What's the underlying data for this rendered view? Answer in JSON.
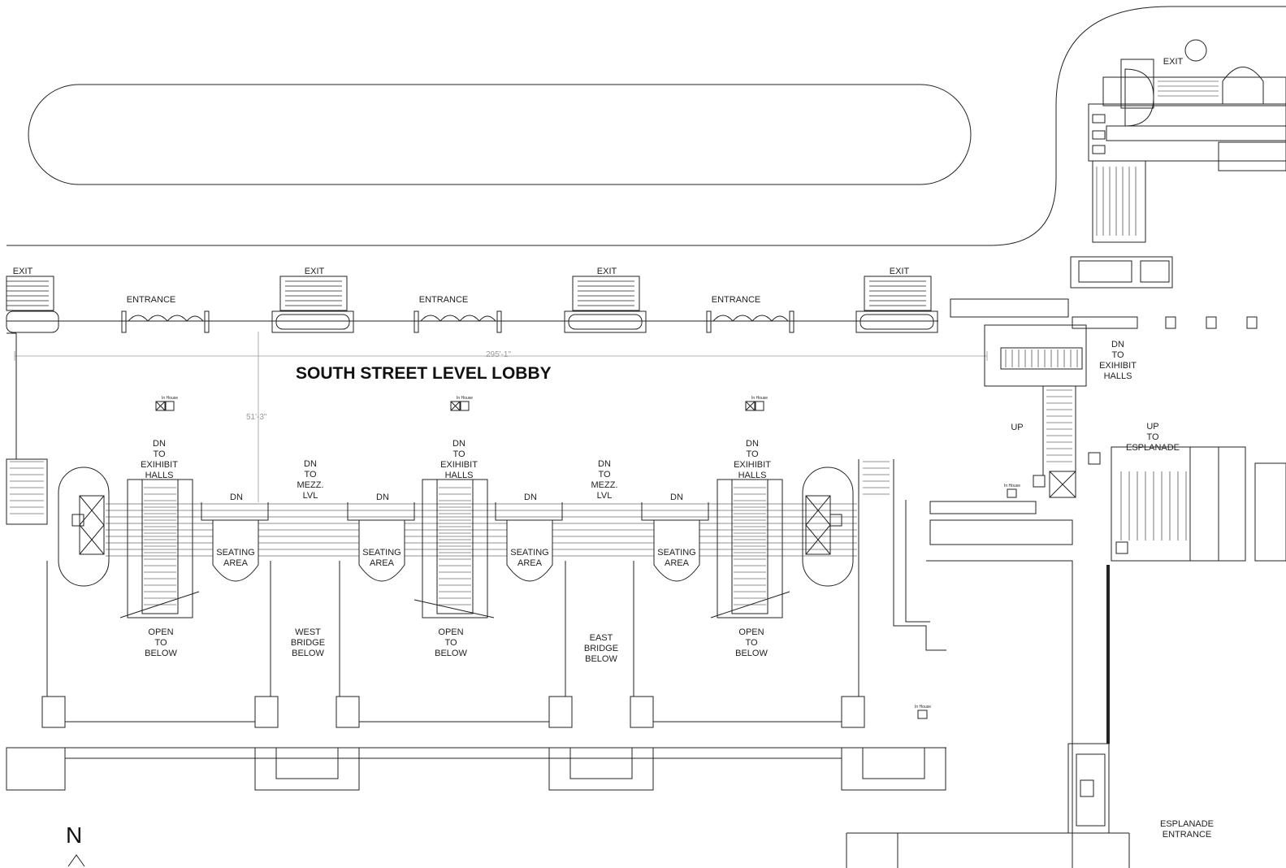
{
  "title": "SOUTH STREET LEVEL LOBBY",
  "dimensions": {
    "width_label": "295'-1\"",
    "depth_label": "51'-3\""
  },
  "north_label": "N",
  "labels": {
    "exit": "EXIT",
    "entrance": "ENTRANCE",
    "dn": "DN",
    "up": "UP",
    "dn_to_exhibit_halls": "DN\nTO\nEXIHIBIT\nHALLS",
    "dn_to_mezz": "DN\nTO\nMEZZ.\nLVL",
    "seating_area": "SEATING\nAREA",
    "open_to_below": "OPEN\nTO\nBELOW",
    "west_bridge_below": "WEST\nBRIDGE\nBELOW",
    "east_bridge_below": "EAST\nBRIDGE\nBELOW",
    "up_to_esplanade": "UP\nTO\nESPLANADE",
    "esplanade_entrance": "ESPLANADE\nENTRANCE",
    "in_house": "In House"
  },
  "colors": {
    "line": "#222222",
    "dim_line": "#9a9a9a"
  }
}
